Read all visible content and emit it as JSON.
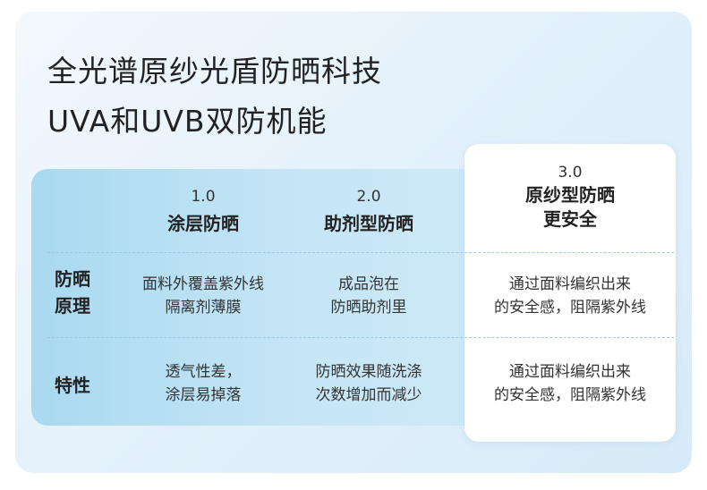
{
  "headline": {
    "line1": "全光谱原纱光盾防晒科技",
    "line2": "UVA和UVB双防机能"
  },
  "columns": [
    {
      "version": "1.0",
      "name": "涂层防晒"
    },
    {
      "version": "2.0",
      "name": "助剂型防晒"
    },
    {
      "version": "3.0",
      "name_line1": "原纱型防晒",
      "name_line2": "更安全"
    }
  ],
  "rows": [
    {
      "label_line1": "防晒",
      "label_line2": "原理",
      "cells": [
        {
          "line1": "面料外覆盖紫外线",
          "line2": "隔离剂薄膜"
        },
        {
          "line1": "成品泡在",
          "line2": "防晒助剂里"
        },
        {
          "line1": "通过面料编织出来",
          "line2": "的安全感，阻隔紫外线"
        }
      ]
    },
    {
      "label": "特性",
      "cells": [
        {
          "line1": "透气性差，",
          "line2": "涂层易掉落"
        },
        {
          "line1": "防晒效果随洗涤",
          "line2": "次数增加而减少"
        },
        {
          "line1": "通过面料编织出来",
          "line2": "的安全感，阻隔紫外线"
        }
      ]
    }
  ],
  "colors": {
    "table_fill": "#b8def2",
    "highlight_column": "#ffffff",
    "card_bg": "#e4f1fb"
  }
}
